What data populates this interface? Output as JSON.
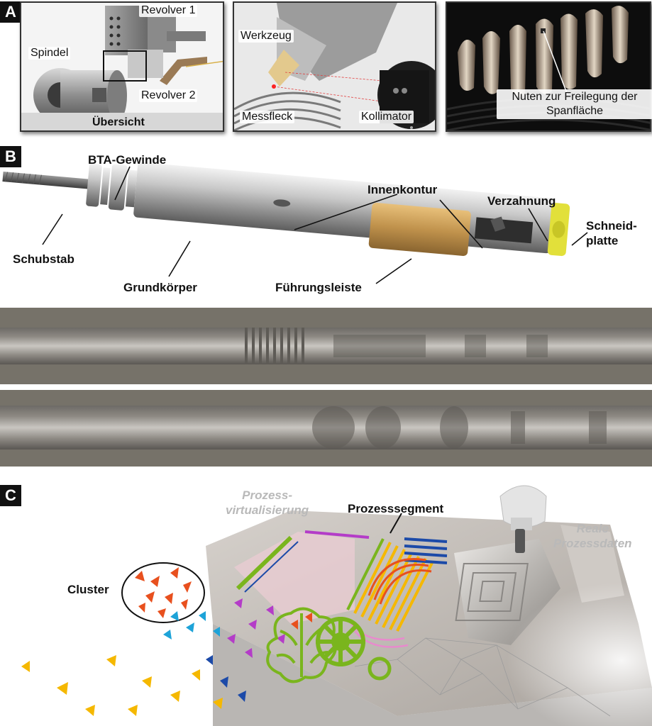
{
  "panels": {
    "a": "A",
    "b": "B",
    "c": "C"
  },
  "panel_a": {
    "overview": {
      "revolver1": "Revolver 1",
      "spindle": "Spindel",
      "revolver2": "Revolver 2",
      "caption": "Übersicht"
    },
    "measurement": {
      "tool": "Werkzeug",
      "spot": "Messfleck",
      "collimator": "Kollimator"
    },
    "chips": {
      "line1": "Nuten zur Freilegung der",
      "line2": "Spanfläche"
    }
  },
  "panel_b": {
    "bta_thread": "BTA-Gewinde",
    "inner_contour": "Innenkontur",
    "teeth": "Verzahnung",
    "insert_line1": "Schneid-",
    "insert_line2": "platte",
    "push_rod": "Schubstab",
    "body": "Grundkörper",
    "guide_pad": "Führungsleiste"
  },
  "panel_c": {
    "virtualization_line1": "Prozess-",
    "virtualization_line2": "virtualisierung",
    "segment": "Prozesssegment",
    "real_line1": "Reale",
    "real_line2": "Prozessdaten",
    "cluster": "Cluster"
  },
  "colors": {
    "orange": "#e8501e",
    "yellow": "#f5b800",
    "cyan": "#1ea3d8",
    "magenta": "#b43cc8",
    "green": "#7ab51d",
    "navy": "#1c4aa8",
    "label_grey": "#b9b9b9"
  }
}
